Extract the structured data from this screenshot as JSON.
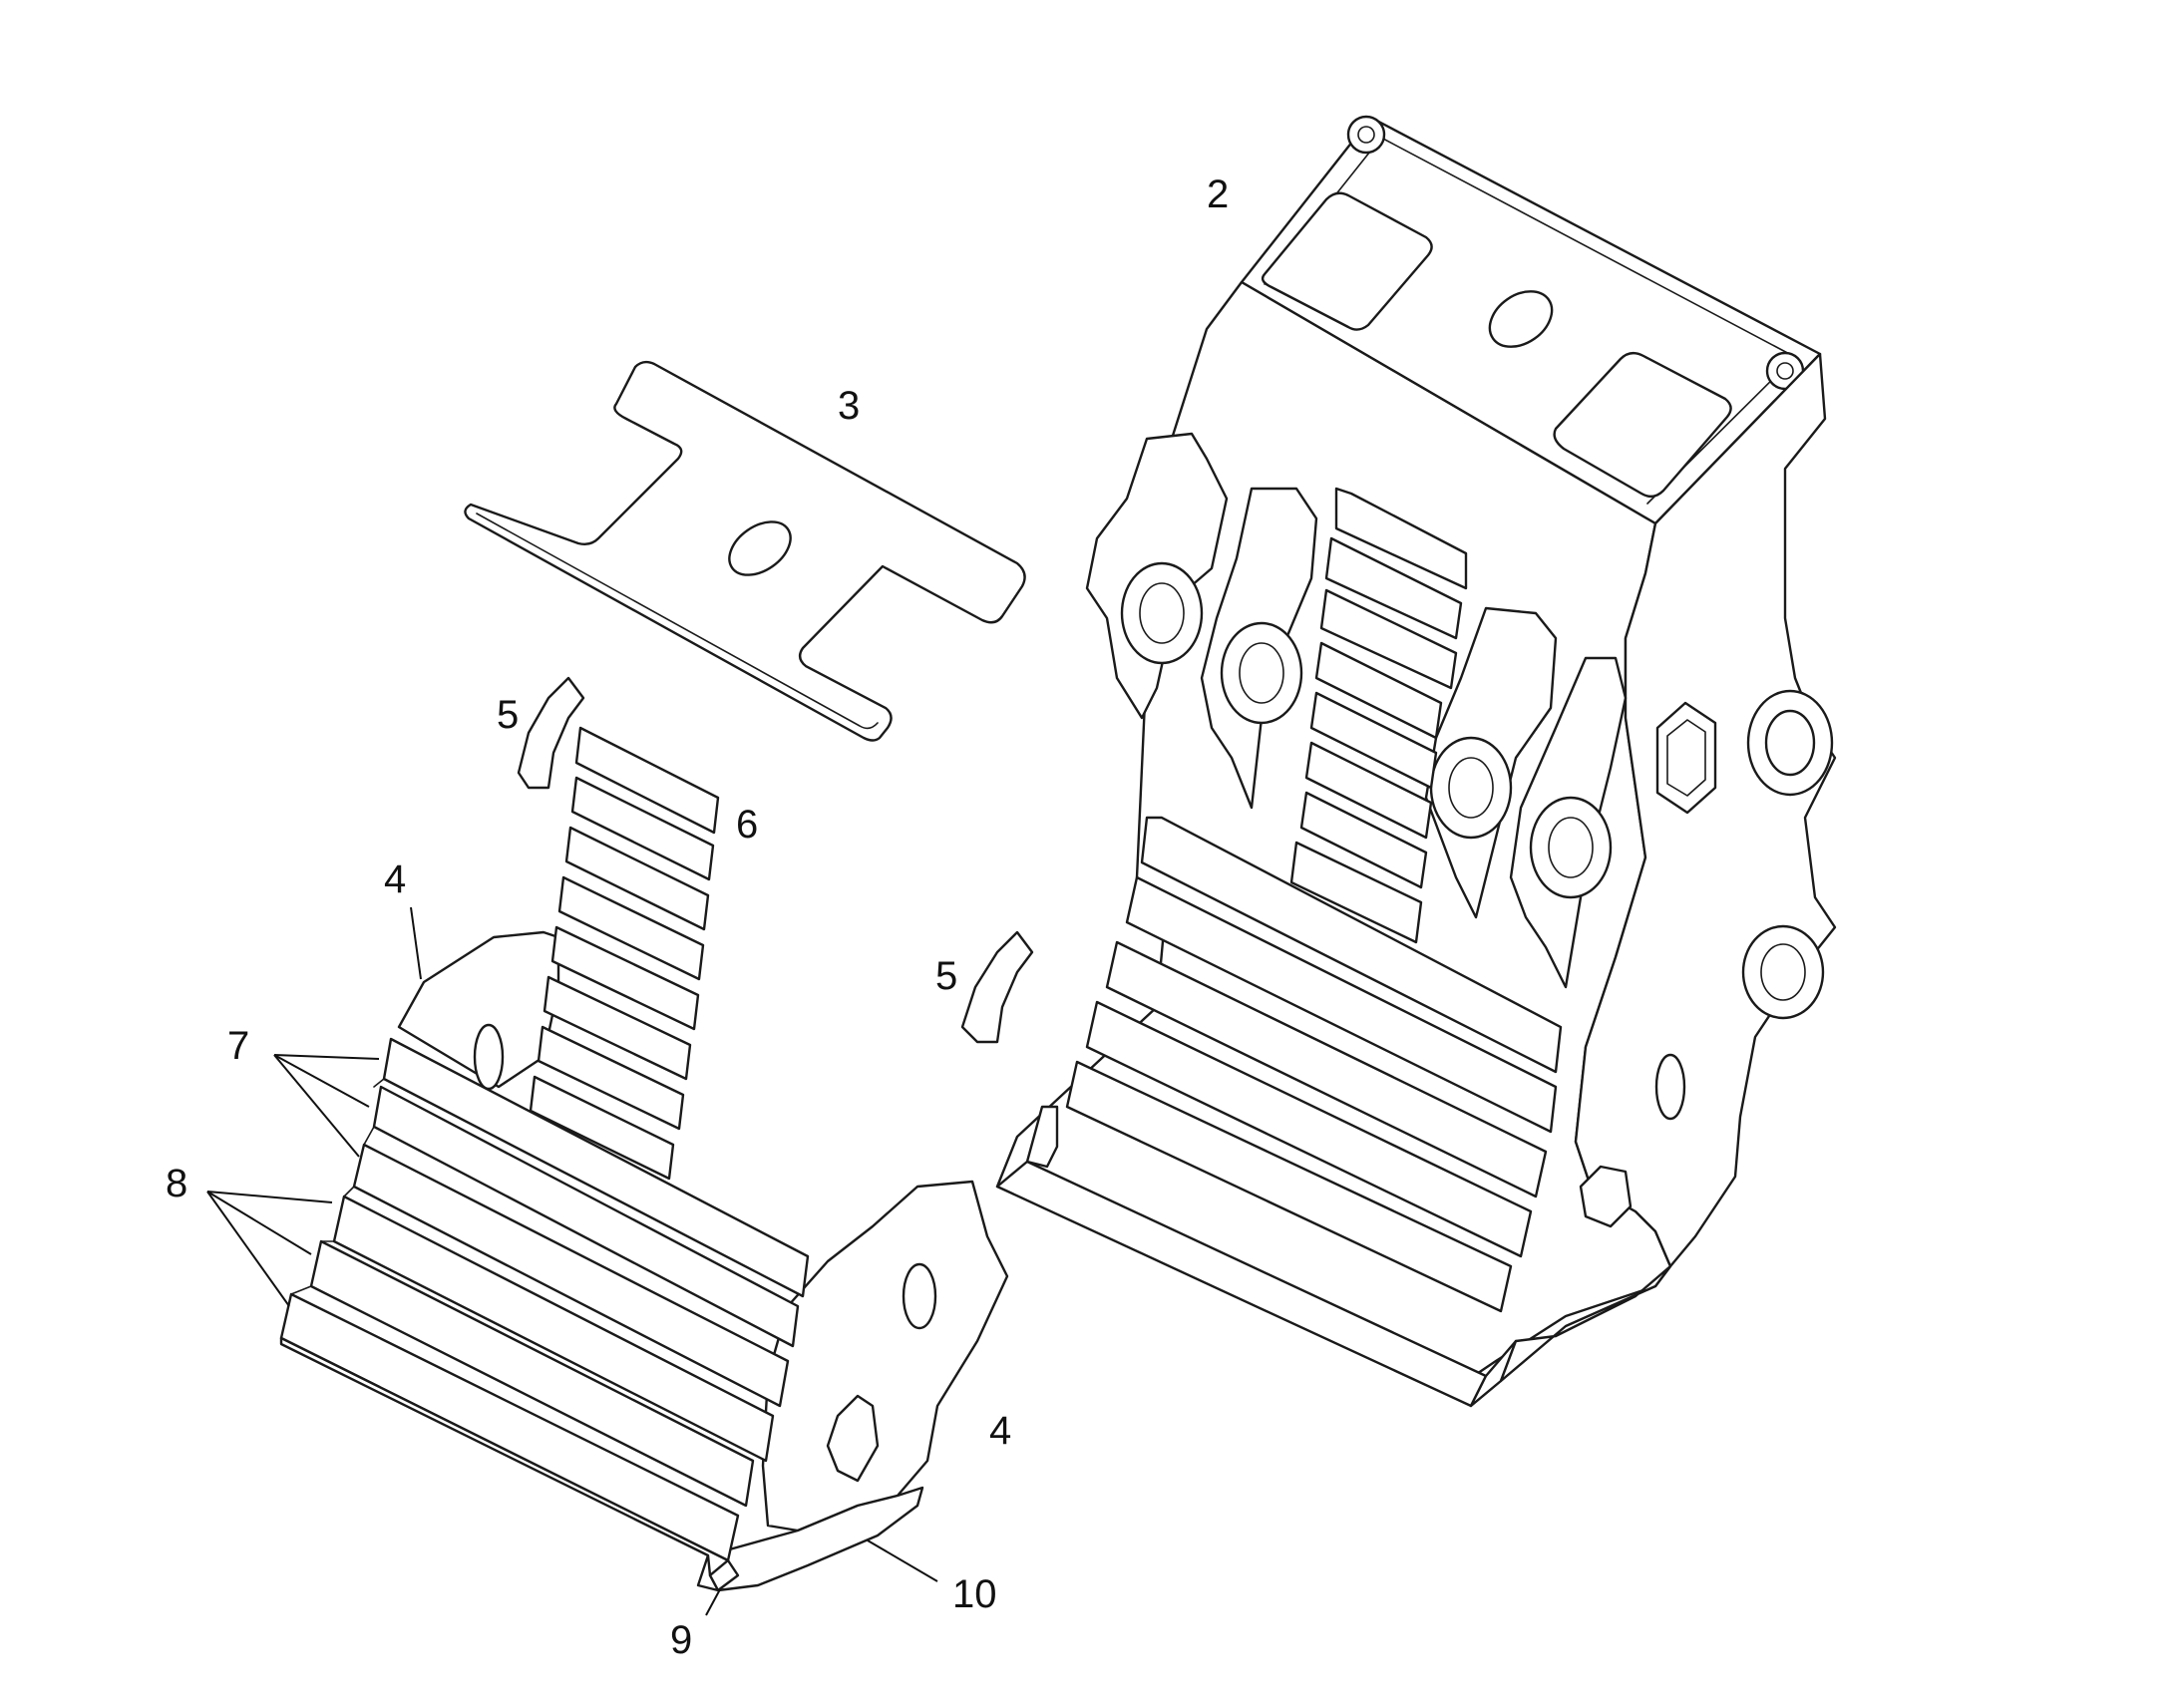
{
  "callouts": {
    "c2": "2",
    "c3": "3",
    "c4a": "4",
    "c4b": "4",
    "c5a": "5",
    "c5b": "5",
    "c6": "6",
    "c7": "7",
    "c8": "8",
    "c9": "9",
    "c10": "10"
  },
  "colors": {
    "line": "#1a1a1a",
    "background": "#ffffff"
  }
}
